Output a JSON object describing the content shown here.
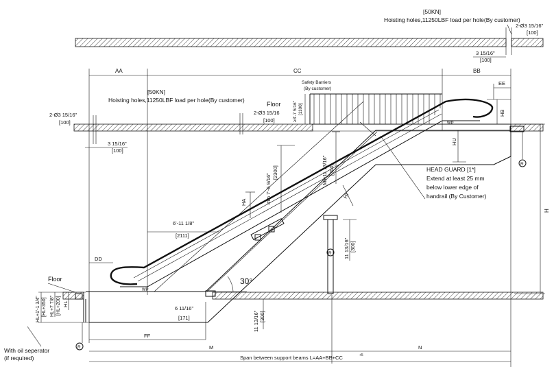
{
  "labels": {
    "top_load": "[50KN]",
    "top_hoist": "Hoisting holes,11250LBF load per hole(By customer)",
    "top_holes": "2-Ø3 15/16\"",
    "top_holes_mm": "[100]",
    "top_pitch": "3 15/16\"",
    "top_pitch_mm": "[100]",
    "mid_load": "[50KN]",
    "mid_hoist": "Hoisting holes,11250LBF load per hole(By customer)",
    "left_holes": "2-Ø3 15/16\"",
    "left_holes_mm": "[100]",
    "left_pitch": "3 15/16\"",
    "left_pitch_mm": "[100]",
    "floor_holes": "2-Ø3 15/16",
    "floor_holes_mm": "[100]",
    "floor_upper": "Floor",
    "barrier_1": "Safety Barriers",
    "barrier_2": "(By customer)",
    "barrier_h": "≥3'-7 5/16\"",
    "barrier_h_mm": "[1100]",
    "aa": "AA",
    "cc": "CC",
    "bb": "BB",
    "ee": "EE",
    "hb": "HB",
    "hu": "HU",
    "h": "H",
    "hl": "HL",
    "ha": "HA",
    "hi": "HI",
    "dd": "DD",
    "ff": "FF",
    "m": "M",
    "n": "N",
    "r_mark": "R",
    "wp": "WP",
    "clear_1": "min 7'-6 9/16\"",
    "clear_1_mm": "[2300]",
    "clear_2": "Min11 13/16\"",
    "clear_2_mm": "[300]",
    "head_guard_1": "HEAD GUARD [1*]",
    "head_guard_2": "Extend at least 25 mm",
    "head_guard_3": "below lower edge of",
    "head_guard_4": "handrail (By Customer)",
    "horiz_len": "6'-11 1/8\"",
    "horiz_len_mm": "[2111]",
    "angle": "30°",
    "pit_1": "6 11/16\"",
    "pit_1_mm": "[171]",
    "pit_2": "11 13/16\"",
    "pit_2_mm": "[300]",
    "support_h": "11 13/16\"",
    "support_h_mm": "[300]",
    "floor_lower": "Floor",
    "hl_1": "HL+1'-1 3/4\"",
    "hl_1_mm": "[HL+350]",
    "hl_2": "HL+7 7/8\"",
    "hl_2_mm": "[HL+200]",
    "oil_1": "With oil seperator",
    "oil_2": "(if required)",
    "span": "Span between support beams L=AA+BB+CC",
    "span_tol": "+5"
  }
}
